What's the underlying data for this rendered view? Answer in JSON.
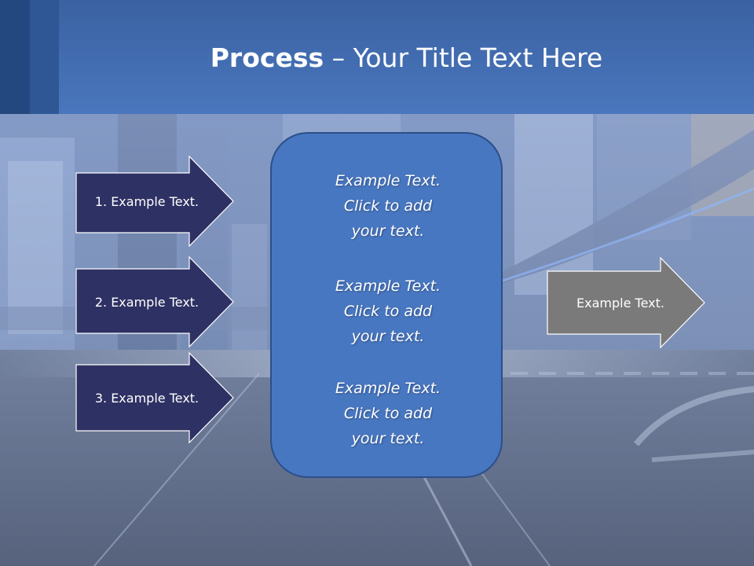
{
  "slide": {
    "title_bold": "Process",
    "title_rest": " – Your Title Text Here"
  },
  "left_arrows": [
    {
      "label": "1. Example Text."
    },
    {
      "label": "2. Example Text."
    },
    {
      "label": "3. Example Text."
    }
  ],
  "center_box": {
    "blocks": [
      {
        "line1": "Example Text.",
        "line2": "Click  to add",
        "line3": "your text."
      },
      {
        "line1": "Example Text.",
        "line2": "Click  to add",
        "line3": "your text."
      },
      {
        "line1": "Example Text.",
        "line2": "Click  to add",
        "line3": "your text."
      }
    ]
  },
  "right_arrow": {
    "label": "Example Text."
  },
  "colors": {
    "header": "#4a76bd",
    "left_arrow_fill": "#2e3163",
    "center_box_fill": "#4877c1",
    "right_arrow_fill": "#7a7a7a"
  }
}
